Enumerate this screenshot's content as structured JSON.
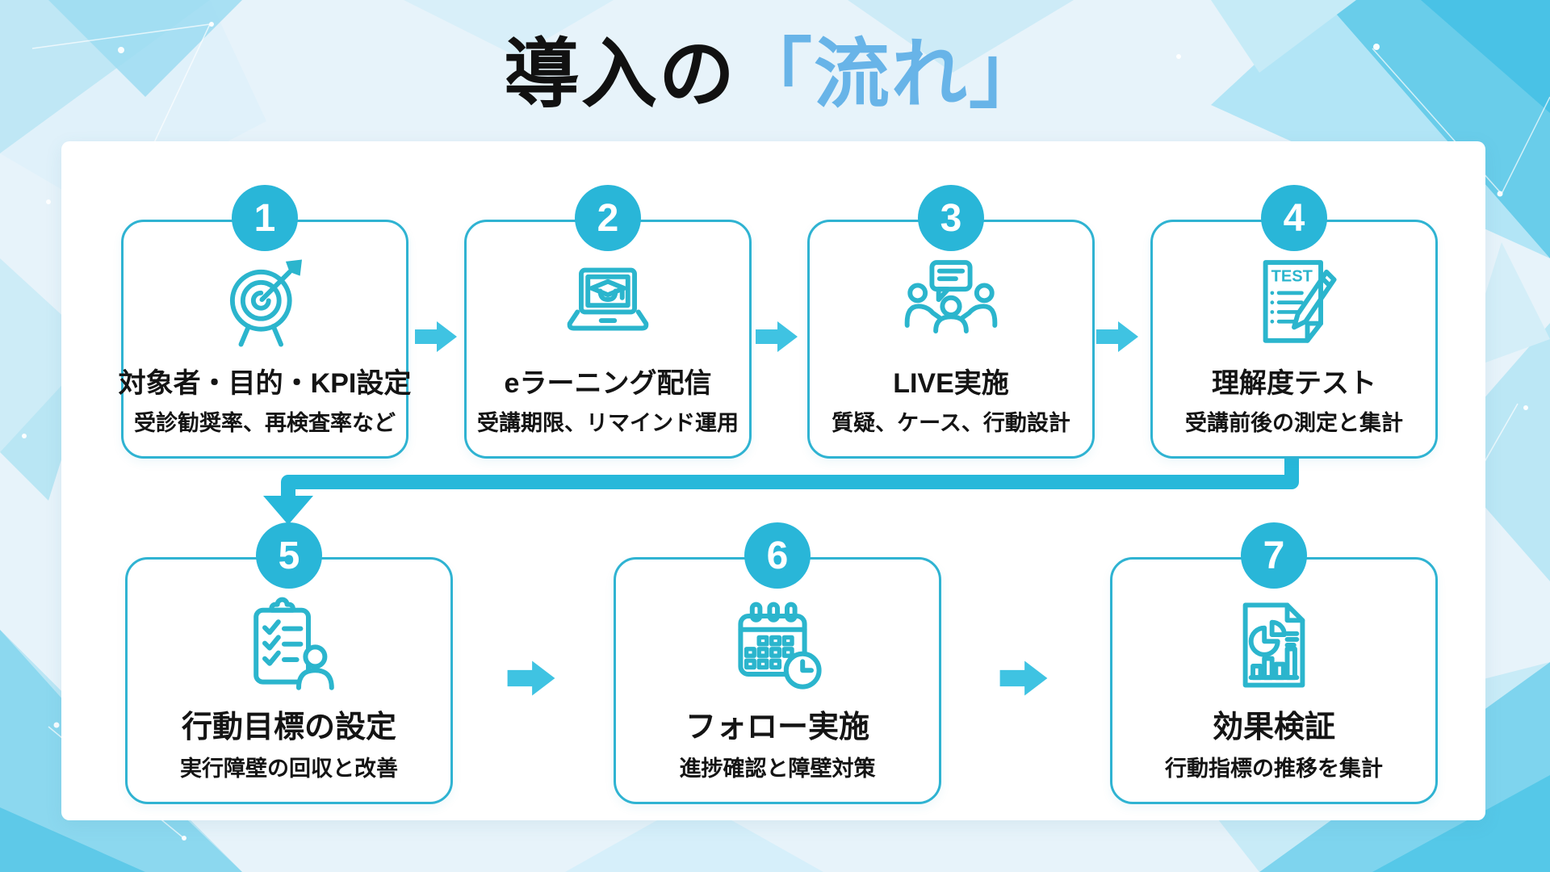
{
  "title": {
    "black": "導入の",
    "blue": "「流れ」"
  },
  "colors": {
    "accent_cyan": "#29b6d8",
    "arrow_cyan": "#3fc3e2",
    "icon_stroke": "#2bb5cd",
    "card_border": "#2fb3d2",
    "title_blue": "#68b4e8",
    "text": "#141414"
  },
  "steps": [
    {
      "number": "1",
      "icon": "target-icon",
      "title": "対象者・目的・KPI設定",
      "subtitle": "受診勧奨率、再検査率など"
    },
    {
      "number": "2",
      "icon": "elearning-laptop-icon",
      "title": "eラーニング配信",
      "subtitle": "受講期限、リマインド運用"
    },
    {
      "number": "3",
      "icon": "meeting-icon",
      "title": "LIVE実施",
      "subtitle": "質疑、ケース、行動設計"
    },
    {
      "number": "4",
      "icon": "test-sheet-icon",
      "title": "理解度テスト",
      "subtitle": "受講前後の測定と集計"
    },
    {
      "number": "5",
      "icon": "checklist-person-icon",
      "title": "行動目標の設定",
      "subtitle": "実行障壁の回収と改善"
    },
    {
      "number": "6",
      "icon": "calendar-clock-icon",
      "title": "フォロー実施",
      "subtitle": "進捗確認と障壁対策"
    },
    {
      "number": "7",
      "icon": "report-chart-icon",
      "title": "効果検証",
      "subtitle": "行動指標の推移を集計"
    }
  ]
}
